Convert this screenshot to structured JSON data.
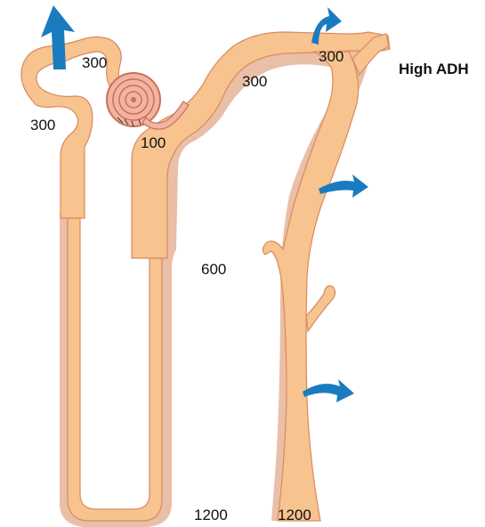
{
  "labels": {
    "l300_top": "300",
    "l300_left": "300",
    "l100": "100",
    "l300_mid": "300",
    "l300_right": "300",
    "l600": "600",
    "l1200_a": "1200",
    "l1200_b": "1200",
    "condition": "High ADH"
  },
  "colors": {
    "tubule": "#f7c38e",
    "tubule_edge": "#d88a5e",
    "tubule_shade": "#e9a57a",
    "glomerulus": "#f2b3a0",
    "glomerulus_edge": "#c9705d",
    "arrow": "#1b7bbf"
  }
}
